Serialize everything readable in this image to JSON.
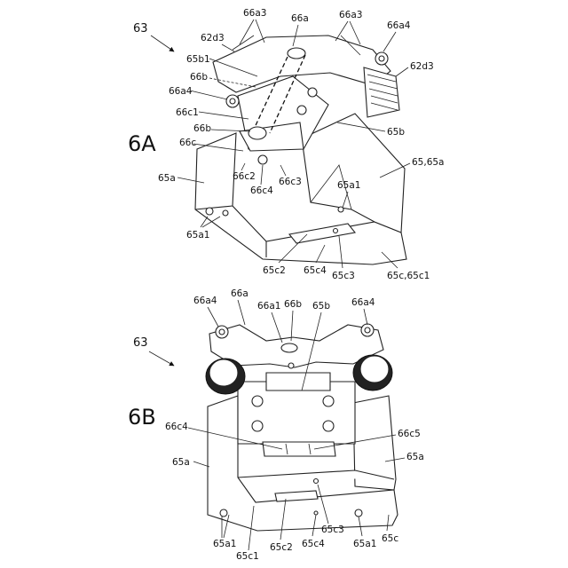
{
  "figures": {
    "top": {
      "label": "6A",
      "ref": "63",
      "callouts": [
        "66a3",
        "66a",
        "66a3",
        "66a4",
        "62d3",
        "62d3",
        "65b1",
        "66b",
        "66a4",
        "66c1",
        "66b",
        "66c",
        "65b",
        "65,65a",
        "65a",
        "66c2",
        "66c4",
        "66c3",
        "65a1",
        "65a1",
        "65c2",
        "65c4",
        "65c3",
        "65c,65c1"
      ]
    },
    "bottom": {
      "label": "6B",
      "ref": "63",
      "callouts": [
        "66a4",
        "66a",
        "66a1",
        "66b",
        "65b",
        "66a4",
        "66c4",
        "66c5",
        "65a",
        "65a",
        "65a1",
        "65c1",
        "65c2",
        "65c4",
        "65c3",
        "65a1",
        "65c"
      ]
    }
  }
}
